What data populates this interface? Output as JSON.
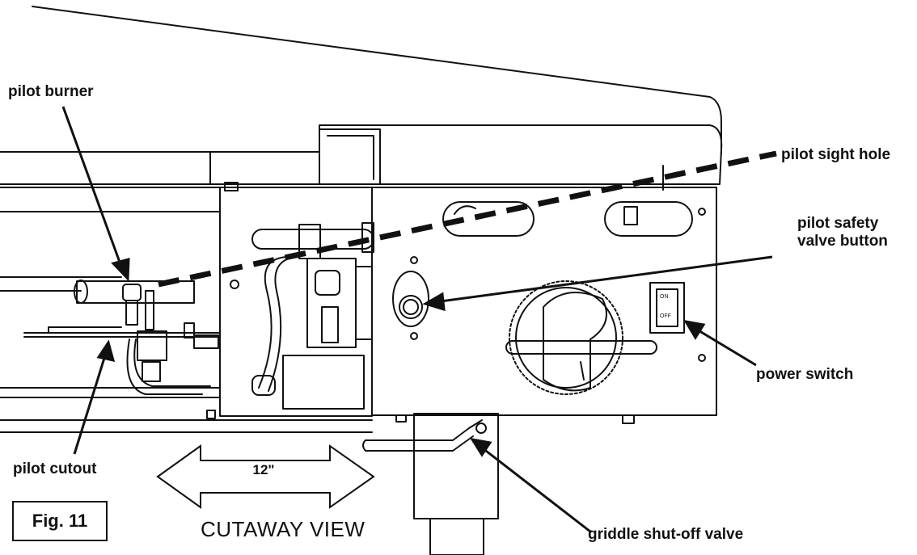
{
  "labels": {
    "pilot_burner": "pilot burner",
    "pilot_sight_hole": "pilot sight hole",
    "pilot_safety_line1": "pilot safety",
    "pilot_safety_line2": "valve button",
    "power_switch": "power switch",
    "pilot_cutout": "pilot cutout",
    "griddle_valve": "griddle shut-off valve"
  },
  "dimension": "12\"",
  "figure": "Fig. 11",
  "view_title": "CUTAWAY VIEW",
  "dial_texts": {
    "off": "OFF",
    "on": "ON"
  },
  "colors": {
    "line": "#111111",
    "background": "#ffffff"
  }
}
